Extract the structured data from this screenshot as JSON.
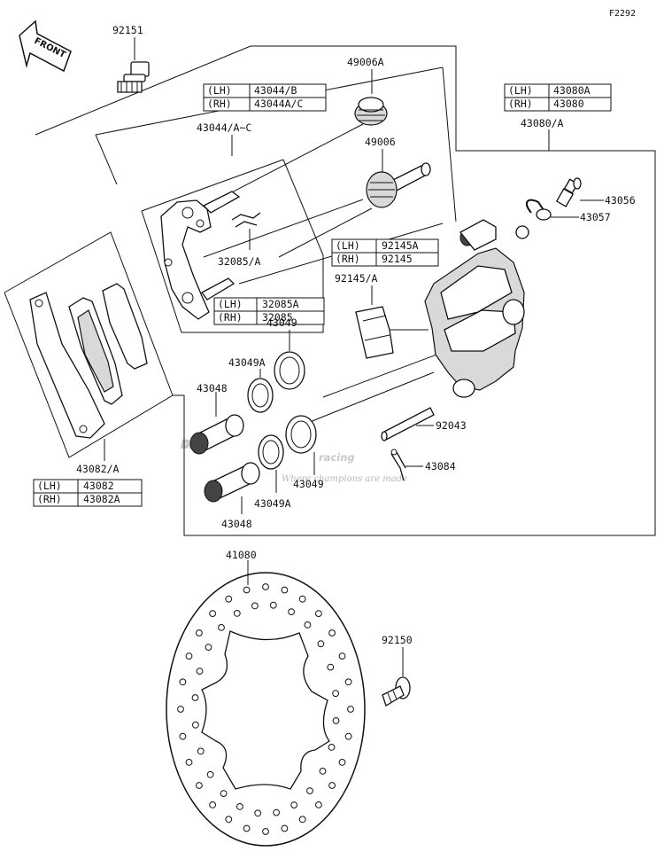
{
  "figure_code": "F2292",
  "front_label": "FRONT",
  "watermark": {
    "brand": "Dirt",
    "racing": "racing",
    "tagline": "Where champions are made"
  },
  "callouts": {
    "bolt_top": "92151",
    "pad_spring_a": "49006A",
    "pad_spring": "49006",
    "bracket": "43044/A~C",
    "clip": "32085/A",
    "pin_plate": "92145/A",
    "caliper": "43080/A",
    "bleeder": "43056",
    "bleeder_cap": "43057",
    "seal_outer_top": "43049",
    "seal_inner_top": "43049A",
    "piston_top": "43048",
    "pin": "92043",
    "cotter_pin": "43084",
    "seal_outer_bottom": "43049",
    "seal_inner_bottom": "43049A",
    "piston_bottom": "43048",
    "pads": "43082/A",
    "disc": "41080",
    "disc_bolt": "92150"
  },
  "tables": {
    "bracket": [
      [
        "(LH)",
        "43044/B"
      ],
      [
        "(RH)",
        "43044A/C"
      ]
    ],
    "caliper": [
      [
        "(LH)",
        "43080A"
      ],
      [
        "(RH)",
        "43080"
      ]
    ],
    "pin_plate": [
      [
        "(LH)",
        "92145A"
      ],
      [
        "(RH)",
        "92145"
      ]
    ],
    "clip": [
      [
        "(LH)",
        "32085A"
      ],
      [
        "(RH)",
        "32085"
      ]
    ],
    "pads": [
      [
        "(LH)",
        "43082"
      ],
      [
        "(RH)",
        "43082A"
      ]
    ]
  }
}
